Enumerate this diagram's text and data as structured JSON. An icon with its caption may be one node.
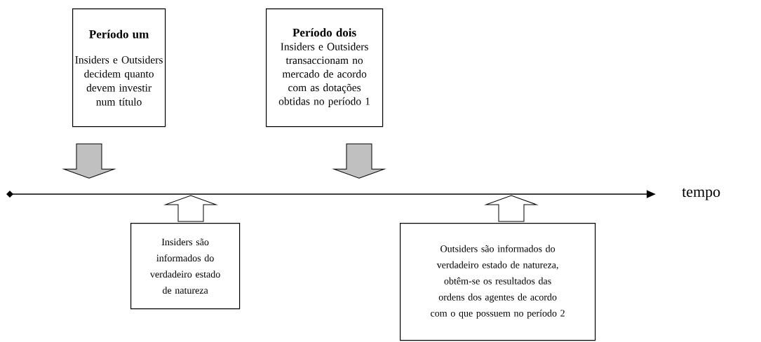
{
  "diagram": {
    "nodes": [
      {
        "text": [
          "Período um",
          "Insiders e Outsiders decidem quanto devem investir num título"
        ]
      },
      {
        "text": [
          "Período dois",
          "Insiders e Outsiders transaccionam no mercado de acordo com as dotações obtidas no período 1"
        ]
      },
      {
        "text": [
          "Insiders são informados do verdadeiro estado de natureza"
        ]
      },
      {
        "text": [
          "Outsiders são informados do verdadeiro estado de natureza, obtêm-se os resultados das ordens dos agentes de acordo com o que possuem no período 2"
        ]
      }
    ],
    "edges": [
      {
        "from": 0,
        "to": null,
        "arrow": "to",
        "color": "#c0c0c0"
      },
      {
        "from": 1,
        "to": null,
        "arrow": "to",
        "color": "#c0c0c0"
      },
      {
        "from": 2,
        "to": null,
        "arrow": "to",
        "color": "#ffffff"
      },
      {
        "from": 3,
        "to": null,
        "arrow": "to",
        "color": "#ffffff"
      }
    ],
    "labels": [
      "tempo"
    ]
  }
}
